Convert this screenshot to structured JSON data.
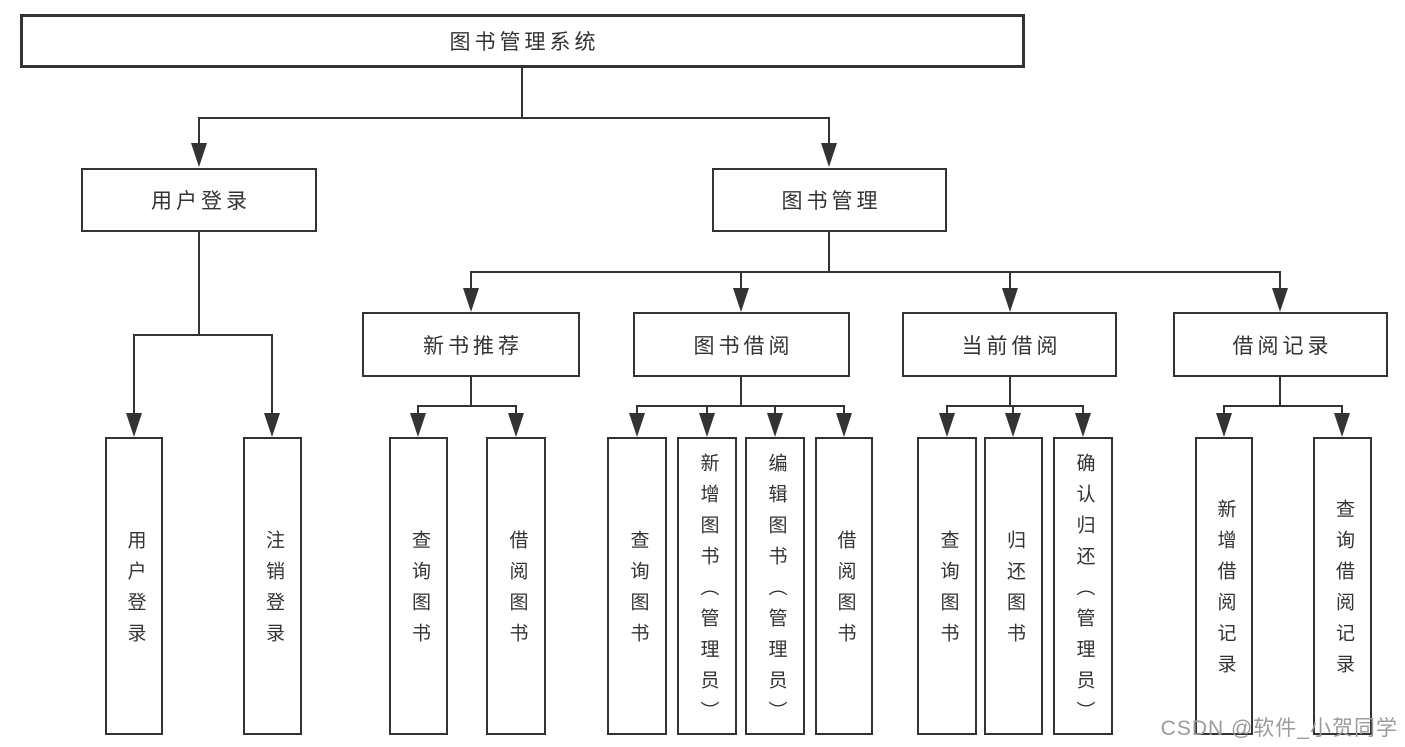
{
  "tree": {
    "label": "图书管理系统",
    "children": [
      {
        "label": "用户登录",
        "children": [
          {
            "label": "用户登录"
          },
          {
            "label": "注销登录"
          }
        ]
      },
      {
        "label": "图书管理",
        "children": [
          {
            "label": "新书推荐",
            "children": [
              {
                "label": "查询图书"
              },
              {
                "label": "借阅图书"
              }
            ]
          },
          {
            "label": "图书借阅",
            "children": [
              {
                "label": "查询图书"
              },
              {
                "label": "新增图书（管理员）"
              },
              {
                "label": "编辑图书（管理员）"
              },
              {
                "label": "借阅图书"
              }
            ]
          },
          {
            "label": "当前借阅",
            "children": [
              {
                "label": "查询图书"
              },
              {
                "label": "归还图书"
              },
              {
                "label": "确认归还（管理员）"
              }
            ]
          },
          {
            "label": "借阅记录",
            "children": [
              {
                "label": "新增借阅记录"
              },
              {
                "label": "查询借阅记录"
              }
            ]
          }
        ]
      }
    ]
  },
  "watermark": {
    "text": "CSDN @软件_小贺同学"
  },
  "colors": {
    "line": "#333333",
    "text": "#333333",
    "box_background": "#ffffff",
    "watermark": "#9b9b9b",
    "background": "#ffffff"
  }
}
